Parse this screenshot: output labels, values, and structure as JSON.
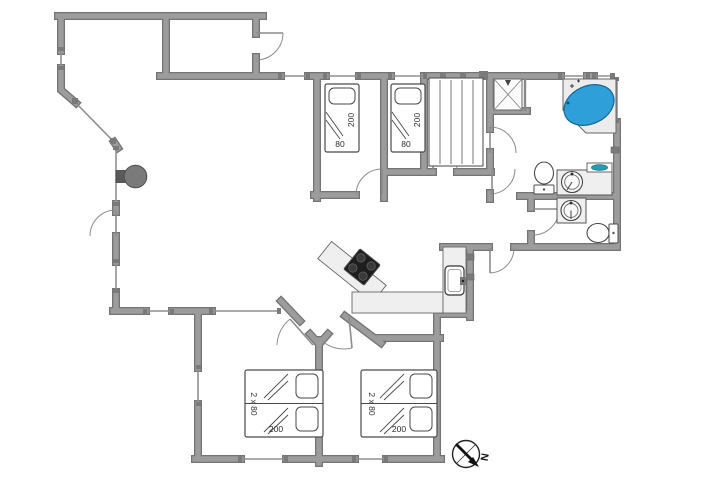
{
  "plan": {
    "type": "holiday-house-floor-plan",
    "beds": {
      "top_left": {
        "length": "200",
        "width": "80"
      },
      "top_right": {
        "length": "200",
        "width": "80"
      },
      "bottom_left": {
        "width": "2 x 80",
        "length": "200"
      },
      "bottom_right": {
        "width": "2 x 80",
        "length": "200"
      }
    },
    "compass": {
      "north": "N"
    },
    "colors": {
      "wall": "#9c9c9c",
      "wall_edge": "#747474",
      "surface": "#efefef",
      "spa_water": "#2e9fd8",
      "accessory": "#2a9bb5",
      "stove": "#1e1e1e",
      "wood_stove": "#7a7a7a",
      "door_arc": "#8c8c8c",
      "outline": "#4a4a4a"
    },
    "fixtures": [
      "corner-spa-bath",
      "shower-cabin",
      "toilet",
      "washbasin",
      "kitchen-stove",
      "kitchen-sink",
      "wood-burning-stove",
      "wardrobe",
      "compass-rose",
      "single-bed",
      "double-bed"
    ]
  }
}
